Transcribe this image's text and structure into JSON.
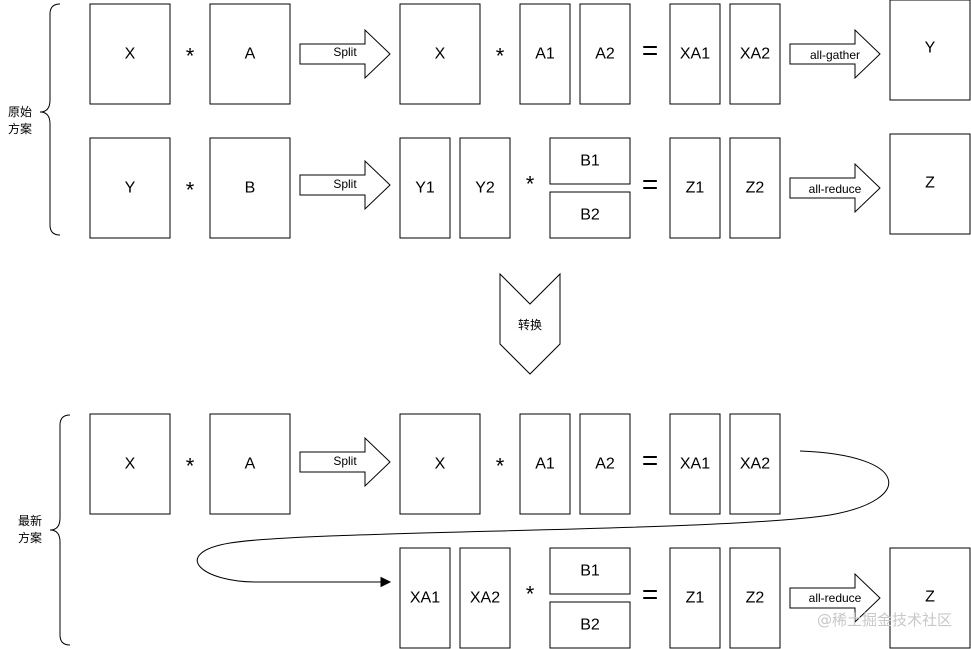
{
  "side_labels": {
    "original": [
      "原始",
      "方案"
    ],
    "new": [
      "最新",
      "方案"
    ]
  },
  "convert_label": "转换",
  "arrows": {
    "split": "Split",
    "all_gather": "all-gather",
    "all_reduce": "all-reduce"
  },
  "operators": {
    "multiply": "*",
    "equals": "="
  },
  "original_row1": {
    "x": "X",
    "a": "A",
    "x_after": "X",
    "a1": "A1",
    "a2": "A2",
    "xa1": "XA1",
    "xa2": "XA2",
    "y": "Y"
  },
  "original_row2": {
    "y": "Y",
    "b": "B",
    "y1": "Y1",
    "y2": "Y2",
    "b1": "B1",
    "b2": "B2",
    "z1": "Z1",
    "z2": "Z2",
    "z": "Z"
  },
  "new_row1": {
    "x": "X",
    "a": "A",
    "x_after": "X",
    "a1": "A1",
    "a2": "A2",
    "xa1": "XA1",
    "xa2": "XA2"
  },
  "new_row2": {
    "xa1": "XA1",
    "xa2": "XA2",
    "b1": "B1",
    "b2": "B2",
    "z1": "Z1",
    "z2": "Z2",
    "z": "Z"
  },
  "watermark": "@稀土掘金技术社区"
}
